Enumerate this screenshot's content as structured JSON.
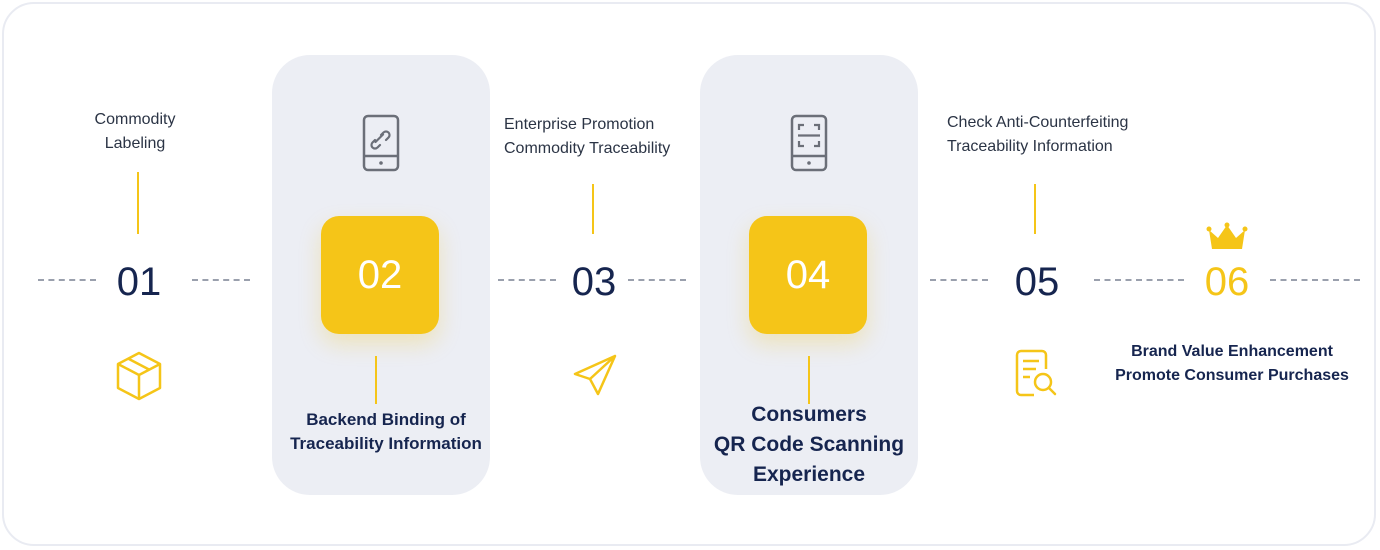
{
  "steps": [
    {
      "num": "01",
      "label": [
        "Commodity",
        "Labeling"
      ],
      "icon": "box-icon"
    },
    {
      "num": "02",
      "label": [
        "Backend Binding of",
        "Traceability Information"
      ],
      "icon": "phone-link-icon"
    },
    {
      "num": "03",
      "label": [
        "Enterprise Promotion",
        "Commodity Traceability"
      ],
      "icon": "paper-plane-icon"
    },
    {
      "num": "04",
      "label": [
        "Consumers",
        "QR Code Scanning",
        "Experience"
      ],
      "icon": "phone-scan-icon"
    },
    {
      "num": "05",
      "label": [
        "Check Anti-Counterfeiting",
        "Traceability Information"
      ],
      "icon": "document-search-icon"
    },
    {
      "num": "06",
      "label": [
        "Brand Value Enhancement",
        "Promote Consumer Purchases"
      ],
      "icon": "crown-icon"
    }
  ],
  "colors": {
    "accent": "#f5c518",
    "navy": "#16254f",
    "panel": "#eceef4"
  }
}
